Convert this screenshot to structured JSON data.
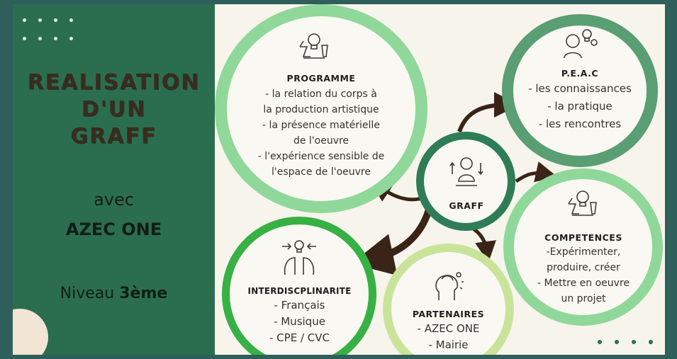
{
  "left_panel": {
    "title_lines": [
      "REALISATION",
      "D'UN",
      "GRAFF"
    ],
    "avec": "avec",
    "artist": "AZEC ONE",
    "niveau_label": "Niveau",
    "niveau_value": "3ème"
  },
  "center": {
    "title": "GRAFF",
    "icon": "thinking-person-icon"
  },
  "programme": {
    "title": "PROGRAMME",
    "lines": [
      "- la relation du corps à",
      "la production artistique",
      "- la présence matérielle",
      "de l'oeuvre",
      "- l'expérience sensible de",
      "l'espace de l'oeuvre"
    ],
    "icon": "ideas-lab-icon"
  },
  "peac": {
    "title": "P.E.A.C",
    "lines": [
      "- les connaissances",
      "- la pratique",
      "- les rencontres"
    ],
    "icon": "person-idea-gear-icon"
  },
  "competences": {
    "title": "COMPETENCES",
    "lines": [
      "-Expérimenter,",
      "produire, créer",
      "- Mettre en oeuvre",
      "un projet"
    ],
    "icon": "ideas-lab-icon"
  },
  "partenaires": {
    "title": "PARTENAIRES",
    "lines": [
      "- AZEC ONE",
      "- Mairie"
    ],
    "icon": "creative-head-icon"
  },
  "interdisciplinarite": {
    "title": "INTERDISCPLINARITE",
    "lines": [
      "- Français",
      "- Musique",
      "- CPE / CVC"
    ],
    "icon": "two-heads-exchange-icon"
  },
  "colors": {
    "left_bg": "#2b6e4f",
    "dark_green_ring": "#2e7d57",
    "light_green_ring": "#8fd89a",
    "mid_green_ring": "#5a9e73",
    "bright_green_ring": "#37b044",
    "pale_green_ring": "#c9e49a",
    "arrow": "#3a2418"
  }
}
